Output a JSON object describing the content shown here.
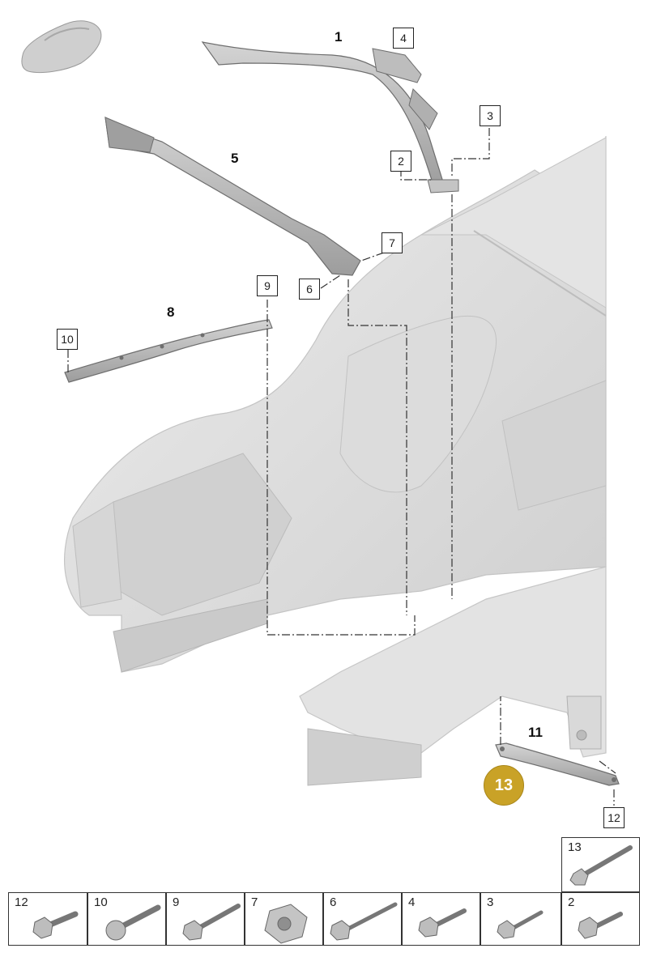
{
  "callouts_bold": [
    {
      "id": "1",
      "label": "1"
    },
    {
      "id": "5",
      "label": "5"
    },
    {
      "id": "8",
      "label": "8"
    },
    {
      "id": "11",
      "label": "11"
    }
  ],
  "callouts_boxed": [
    {
      "id": "4",
      "label": "4"
    },
    {
      "id": "3",
      "label": "3"
    },
    {
      "id": "2",
      "label": "2"
    },
    {
      "id": "7",
      "label": "7"
    },
    {
      "id": "6",
      "label": "6"
    },
    {
      "id": "9",
      "label": "9"
    },
    {
      "id": "10",
      "label": "10"
    },
    {
      "id": "12",
      "label": "12"
    }
  ],
  "highlight": {
    "label": "13",
    "color": "#c9a227"
  },
  "fastener_table": [
    {
      "label": "13"
    },
    {
      "label": "12"
    },
    {
      "label": "10"
    },
    {
      "label": "9"
    },
    {
      "label": "7"
    },
    {
      "label": "6"
    },
    {
      "label": "4"
    },
    {
      "label": "3"
    },
    {
      "label": "2"
    }
  ],
  "colors": {
    "body_grey": "#d8d8d8",
    "part_grey": "#bdbdbd",
    "line": "#333333"
  }
}
